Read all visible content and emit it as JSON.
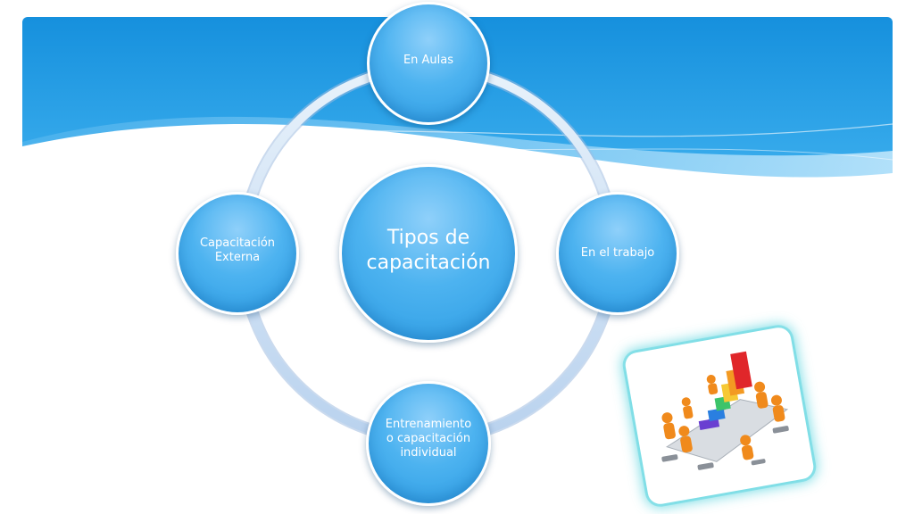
{
  "diagram": {
    "center": "Tipos de\ncapacitación",
    "nodes": {
      "top": "En Aulas",
      "right": "En el trabajo",
      "bottom": "Entrenamiento\no capacitación\nindividual",
      "left": "Capacitación\nExterna"
    }
  },
  "colors": {
    "banner": "#1a93de",
    "node": "#4db3f0",
    "ring": "#c9def2"
  },
  "illustration": {
    "icon": "business-meeting-chart-icon"
  }
}
